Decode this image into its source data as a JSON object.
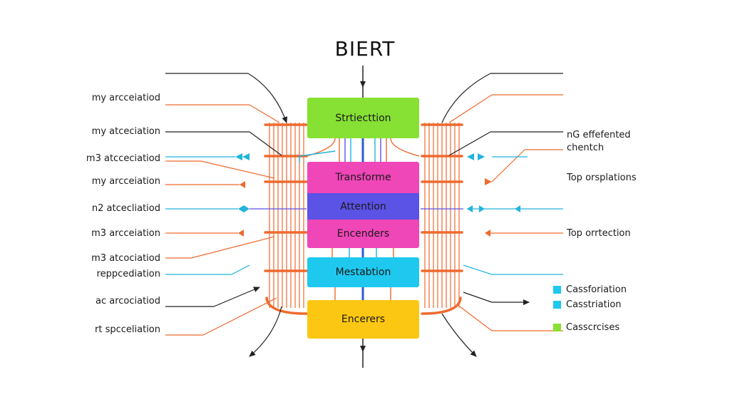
{
  "title": "BIERT",
  "colors": {
    "orange": "#ee6a2e",
    "cyan": "#20b4dc",
    "dark": "#222222",
    "green_block": "#86e134",
    "pink_block": "#ef46b8",
    "purple_block": "#5b52e6",
    "cyan_block": "#1ec8ee",
    "yellow_block": "#fcc713"
  },
  "blocks": {
    "structure": "Strtiecttion",
    "transformer": "Transforme",
    "attention": "Attention",
    "encoders_top": "Encenders",
    "mestabtion": "Mestabtion",
    "encoders_bottom": "Encerers"
  },
  "left_labels": [
    "my arcceiatiod",
    "my atceciation",
    "m3 atcceciatiod",
    "my arcceiation",
    "n2 atcecliatiod",
    "m3 arcceiation",
    "m3 atcociatiod",
    "reppcediation",
    "ac arcociatiod",
    "rt spcceliation"
  ],
  "right_labels": {
    "top_line1": "nG effefented",
    "top_line2": "chentch",
    "top_orsplations": "Top orsplations",
    "top_orrtection": "Top orrtection"
  },
  "legend": [
    {
      "label": "Cassforiation",
      "color": "#1ec8ee"
    },
    {
      "label": "Casstriation",
      "color": "#1ec8ee"
    },
    {
      "label": "Casscrcises",
      "color": "#86e134"
    }
  ]
}
